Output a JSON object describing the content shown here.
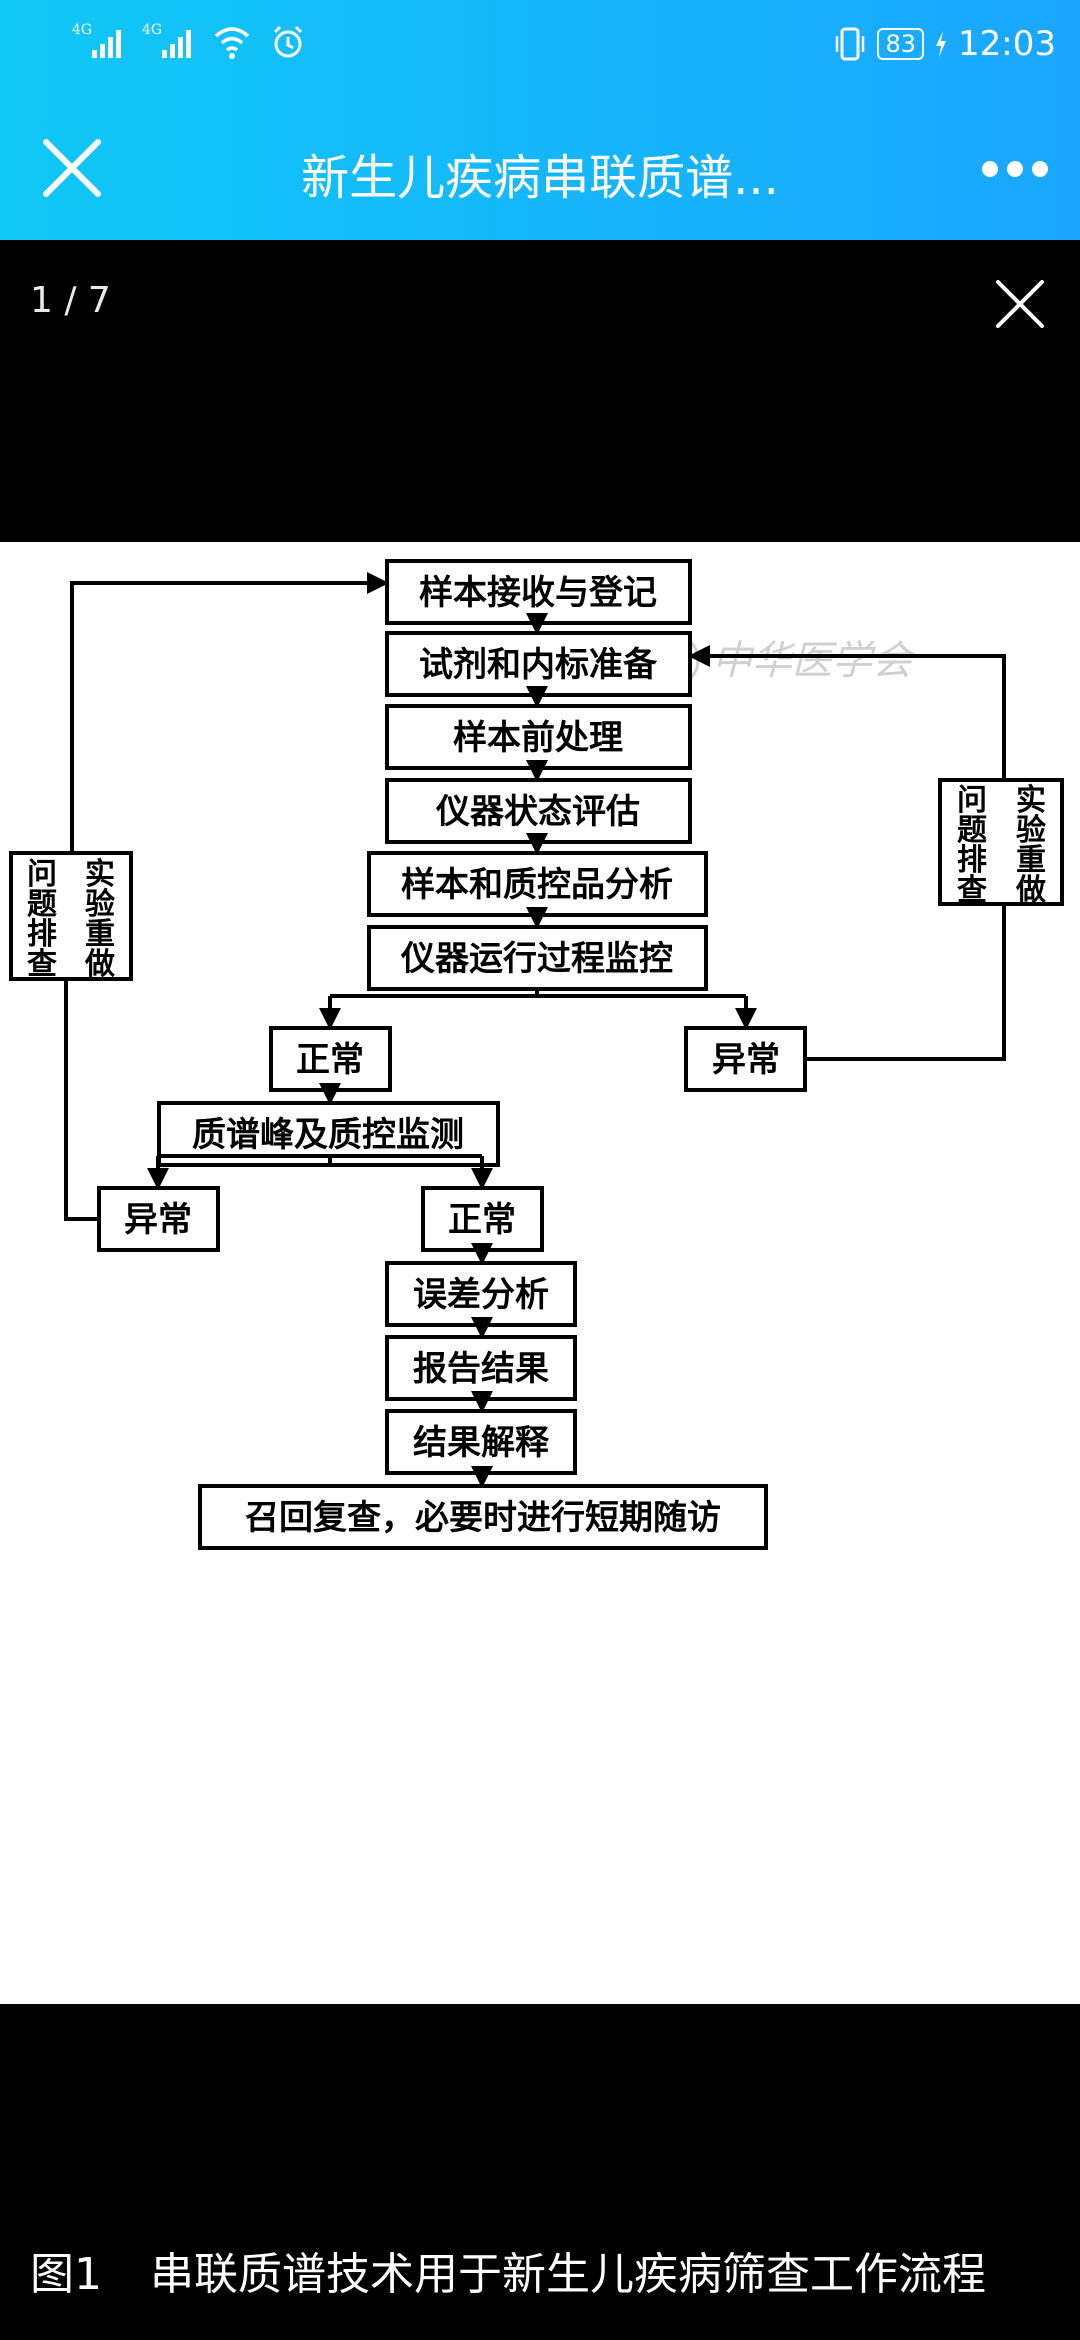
{
  "status_bar": {
    "signal_1": "4G",
    "signal_2": "4G",
    "battery": "83",
    "time": "12:03",
    "icons": [
      "signal-icon",
      "signal-icon",
      "wifi-icon",
      "alarm-icon",
      "vibrate-icon",
      "battery-icon",
      "charging-icon"
    ]
  },
  "header": {
    "title": "新生儿疾病串联质谱..."
  },
  "viewer": {
    "counter": "1 / 7"
  },
  "flowchart": {
    "watermark": "中华医学会",
    "nodes": {
      "receive": "样本接收与登记",
      "reagent": "试剂和内标准备",
      "pretreat": "样本前处理",
      "instrument_eval": "仪器状态评估",
      "analysis": "样本和质控品分析",
      "monitor": "仪器运行过程监控",
      "normal_1": "正常",
      "abnormal_1": "异常",
      "ms_qc": "质谱峰及质控监测",
      "abnormal_2": "异常",
      "normal_2": "正常",
      "error": "误差分析",
      "report": "报告结果",
      "interpret": "结果解释",
      "recall": "召回复查，必要时进行短期随访"
    },
    "side_left": [
      "问",
      "题",
      "排",
      "查",
      "实",
      "验",
      "重",
      "做"
    ],
    "side_right": [
      "问",
      "题",
      "排",
      "查",
      "实",
      "验",
      "重",
      "做"
    ]
  },
  "caption": {
    "label": "图1",
    "text": "串联质谱技术用于新生儿疾病筛查工作流程"
  }
}
